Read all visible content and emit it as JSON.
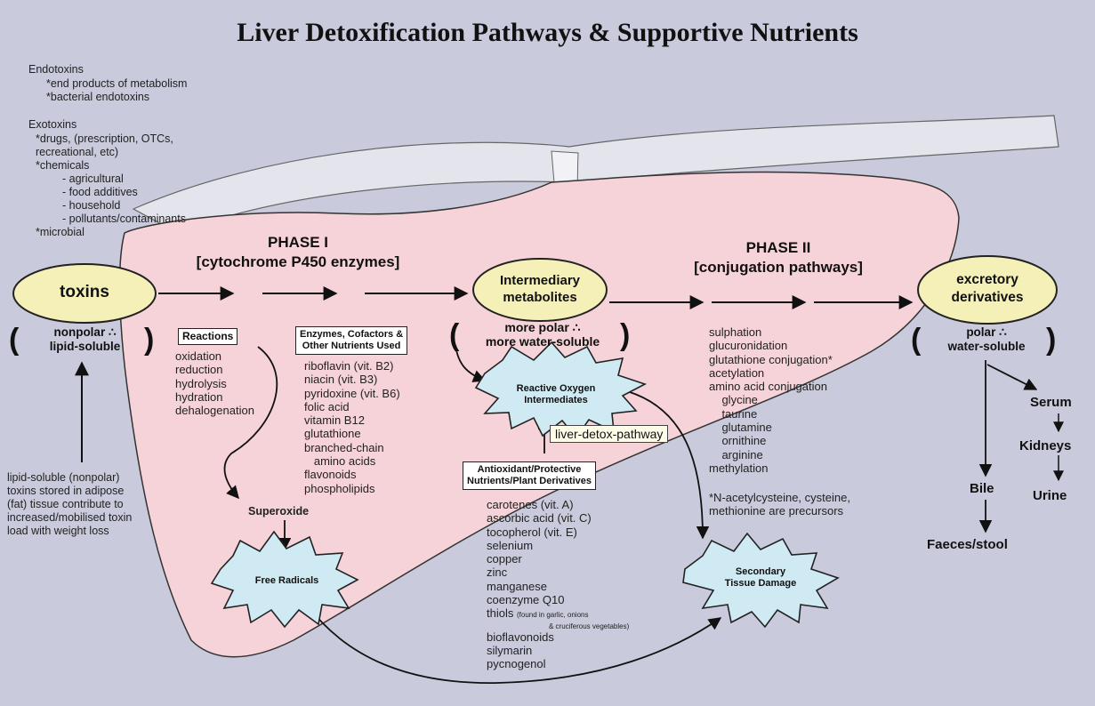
{
  "title": "Liver Detoxification Pathways & Supportive Nutrients",
  "toxin_sources": {
    "endo_title": "Endotoxins",
    "endo_items": [
      "*end products of metabolism",
      "*bacterial endotoxins"
    ],
    "exo_title": "Exotoxins",
    "exo_items": [
      "*drugs, (prescription, OTCs,",
      "recreational, etc)",
      "*chemicals",
      "- agricultural",
      "- food additives",
      "- household",
      "- pollutants/contaminants",
      "*microbial"
    ]
  },
  "toxins": {
    "label": "toxins",
    "property": [
      "nonpolar ∴",
      "lipid-soluble"
    ]
  },
  "adipose_note": [
    "lipid-soluble (nonpolar)",
    "toxins stored in adipose",
    "(fat) tissue contribute to",
    "increased/mobilised toxin",
    "load with weight loss"
  ],
  "phase1": {
    "title": "PHASE I",
    "subtitle": "[cytochrome P450 enzymes]",
    "reactions_title": "Reactions",
    "reactions": [
      "oxidation",
      "reduction",
      "hydrolysis",
      "hydration",
      "dehalogenation"
    ],
    "nutrients_title": [
      "Enzymes, Cofactors &",
      "Other Nutrients Used"
    ],
    "nutrients": [
      "riboflavin (vit. B2)",
      "niacin (vit. B3)",
      "pyridoxine (vit. B6)",
      "folic acid",
      "vitamin B12",
      "glutathione",
      "branched-chain",
      "   amino acids",
      "flavonoids",
      "phospholipids"
    ]
  },
  "intermediary": {
    "label": [
      "Intermediary",
      "metabolites"
    ],
    "property": [
      "more polar ∴",
      "more water-soluble"
    ]
  },
  "phase2": {
    "title": "PHASE II",
    "subtitle": "[conjugation pathways]",
    "pathways": [
      "sulphation",
      "glucuronidation",
      "glutathione conjugation*",
      "acetylation",
      "amino acid conjugation",
      "    glycine",
      "    taurine",
      "    glutamine",
      "    ornithine",
      "    arginine",
      "methylation"
    ],
    "footnote": [
      "*N-acetylcysteine, cysteine,",
      "methionine are precursors"
    ]
  },
  "excretory": {
    "label": [
      "excretory",
      "derivatives"
    ],
    "property": [
      "polar ∴",
      "water-soluble"
    ],
    "serum": "Serum",
    "kidneys": "Kidneys",
    "urine": "Urine",
    "bile": "Bile",
    "faeces": "Faeces/stool"
  },
  "ros": [
    "Reactive Oxygen",
    "Intermediates"
  ],
  "superoxide": "Superoxide",
  "free_radicals": "Free Radicals",
  "tissue_damage": [
    "Secondary",
    "Tissue Damage"
  ],
  "antioxidants": {
    "title": [
      "Antioxidant/Protective",
      "Nutrients/Plant Derivatives"
    ],
    "items": [
      "carotenes (vit. A)",
      "ascorbic acid (vit. C)",
      "tocopherol (vit. E)",
      "selenium",
      "copper",
      "zinc",
      "manganese",
      "coenzyme Q10",
      "thiols",
      "bioflavonoids",
      "silymarin",
      "pycnogenol"
    ],
    "thiols_note": [
      "(found in garlic, onions",
      "& cruciferous vegetables)"
    ]
  },
  "tooltip": "liver-detox-pathway",
  "colors": {
    "background": "#c9cadb",
    "liver": "#f6d3d8",
    "oval": "#f4f0b8",
    "burst": "#cfeaf3",
    "ink": "#222222"
  }
}
